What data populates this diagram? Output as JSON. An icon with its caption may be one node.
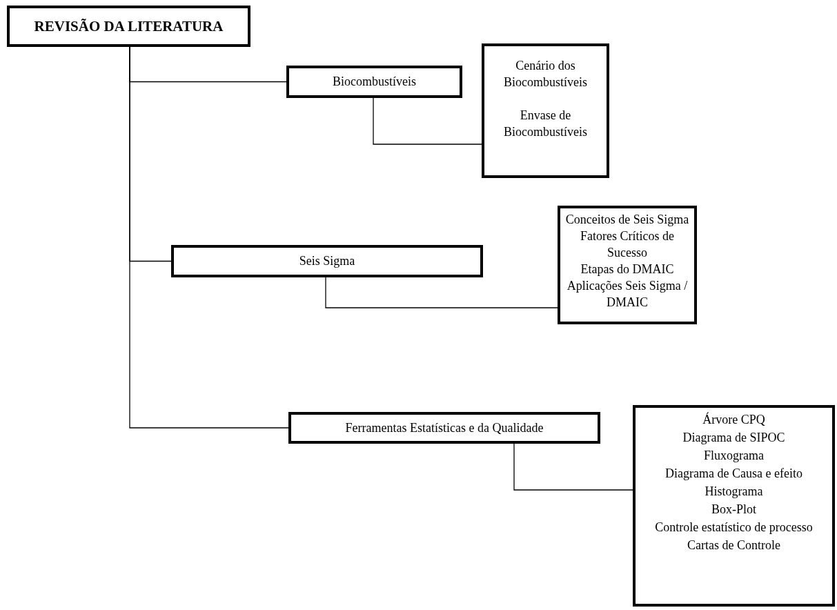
{
  "diagram": {
    "nodes": [
      {
        "text": [
          "REVISÃO DA LITERATURA"
        ]
      },
      {
        "text": [
          "Biocombustíveis"
        ]
      },
      {
        "text": [
          "Cenário dos Biocombustíveis",
          "Envase de Biocombustíveis"
        ]
      },
      {
        "text": [
          "Seis Sigma"
        ]
      },
      {
        "text": [
          "Conceitos de Seis Sigma",
          "Fatores Críticos de Sucesso",
          "Etapas do DMAIC",
          "Aplicações Seis Sigma / DMAIC"
        ]
      },
      {
        "text": [
          "Ferramentas Estatísticas e da Qualidade"
        ]
      },
      {
        "text": [
          "Árvore CPQ",
          "Diagrama de SIPOC",
          "Fluxograma",
          "Diagrama de Causa e efeito",
          "Histograma",
          "Box-Plot",
          "Controle estatístico de processo",
          "Cartas de Controle"
        ]
      }
    ],
    "edges": [
      {
        "from": 0,
        "to": 1,
        "arrow": "none"
      },
      {
        "from": 0,
        "to": 3,
        "arrow": "none"
      },
      {
        "from": 0,
        "to": 5,
        "arrow": "none"
      },
      {
        "from": 1,
        "to": 2,
        "arrow": "none"
      },
      {
        "from": 3,
        "to": 4,
        "arrow": "none"
      },
      {
        "from": 5,
        "to": 6,
        "arrow": "none"
      }
    ]
  }
}
